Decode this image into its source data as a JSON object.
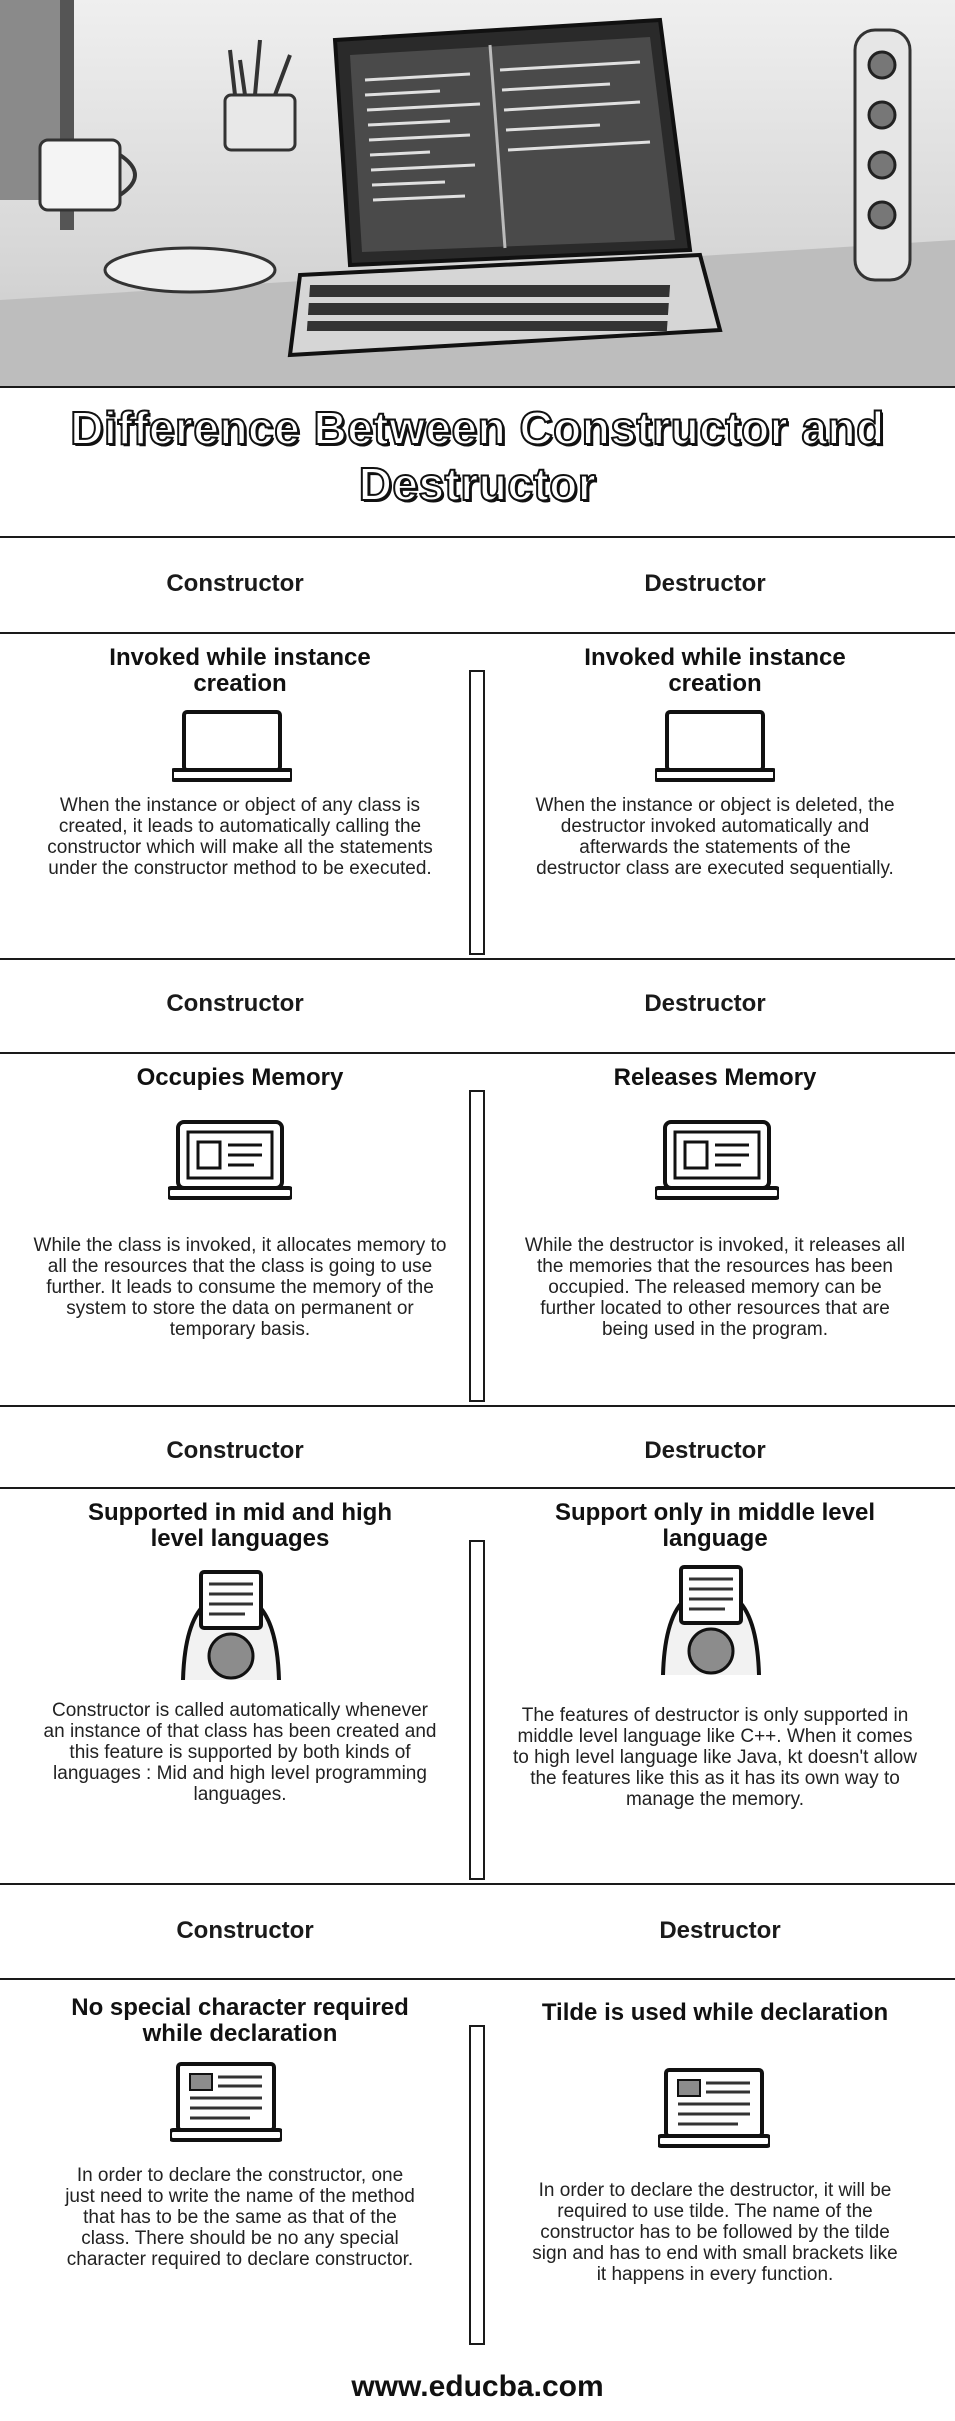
{
  "title": "Difference Between Constructor and Destructor",
  "columns": {
    "left": "Constructor",
    "right": "Destructor"
  },
  "rows": [
    {
      "left": {
        "title": "Invoked while instance creation",
        "icon": "laptop-icon",
        "description": "When the instance or object of any class is created, it leads to automatically calling the constructor which will make all the statements under the constructor method to be executed."
      },
      "right": {
        "title": "Invoked while instance creation",
        "icon": "laptop-icon",
        "description": "When the instance or object is deleted, the destructor invoked automatically and afterwards the statements of the destructor class are executed sequentially."
      }
    },
    {
      "left": {
        "title": "Occupies Memory",
        "icon": "monitor-document-icon",
        "description": "While the class is invoked, it allocates memory to all the resources that the class is going to use further. It leads to consume the memory of the system to store the data on permanent or temporary basis."
      },
      "right": {
        "title": "Releases Memory",
        "icon": "monitor-document-icon",
        "description": "While the destructor is invoked, it releases all the memories that the resources has been occupied. The released memory can be further located to other resources that are being used in the program."
      }
    },
    {
      "left": {
        "title": "Supported in mid and high level languages",
        "icon": "person-laptop-icon",
        "description": "Constructor is called automatically whenever an instance of that class has been created and this feature is supported by both kinds of languages : Mid and high level programming languages."
      },
      "right": {
        "title": "Support only in middle level language",
        "icon": "person-laptop-icon",
        "description": "The features of destructor is only supported in middle level language like C++. When it comes to high level language like Java, kt doesn't allow the features like this as it has its own way to manage the memory."
      }
    },
    {
      "left": {
        "title": "No special character required while declaration",
        "icon": "monitor-article-icon",
        "description": "In order to declare the constructor, one just need to write the name of the method that has to be the same as that of the class. There should be no any special character required to declare constructor."
      },
      "right": {
        "title": "Tilde is used while declaration",
        "icon": "monitor-article-icon",
        "description": "In order to declare the destructor, it will be required to use tilde. The name of the constructor has to be followed by the tilde sign and has to end with small brackets like it happens in every function."
      }
    }
  ],
  "footer": "www.educba.com"
}
